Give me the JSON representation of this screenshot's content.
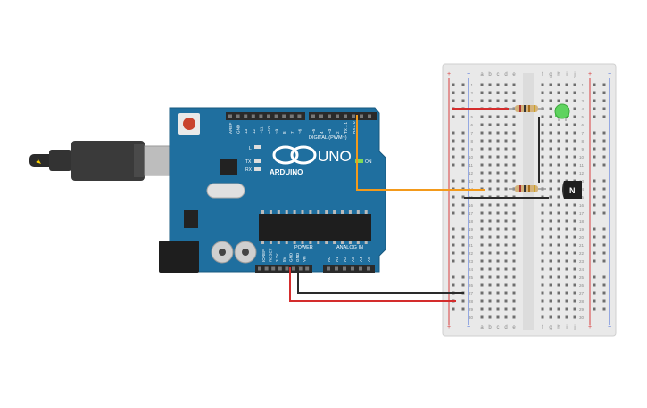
{
  "arduino": {
    "brand_text": "ARDUINO",
    "model_text": "UNO",
    "digital_header_label": "DIGITAL (PWM~)",
    "power_header_label": "POWER",
    "analog_header_label": "ANALOG IN",
    "on_label": "ON",
    "led_l_label": "L",
    "tx_label": "TX",
    "rx_label": "RX",
    "digital_pins": [
      "AREF",
      "GND",
      "13",
      "12",
      "~11",
      "~10",
      "~9",
      "8",
      "7",
      "~6",
      "~5",
      "4",
      "~3",
      "2",
      "TX→1",
      "RX←0"
    ],
    "power_pins": [
      "IOREF",
      "RESET",
      "3.3V",
      "5V",
      "GND",
      "GND",
      "Vin"
    ],
    "analog_pins": [
      "A0",
      "A1",
      "A2",
      "A3",
      "A4",
      "A5"
    ]
  },
  "breadboard": {
    "plus_symbol": "+",
    "minus_symbol": "−",
    "left_columns": [
      "a",
      "b",
      "c",
      "d",
      "e"
    ],
    "right_columns": [
      "f",
      "g",
      "h",
      "i",
      "j"
    ],
    "row_count": 30
  },
  "components": {
    "transistor_label": "N",
    "led_color": "#5fd35f"
  },
  "wire_colors": {
    "red": "#d42d2d",
    "black": "#2a2a2a",
    "orange": "#f39a1b"
  },
  "board_color": "#1f6f9f"
}
